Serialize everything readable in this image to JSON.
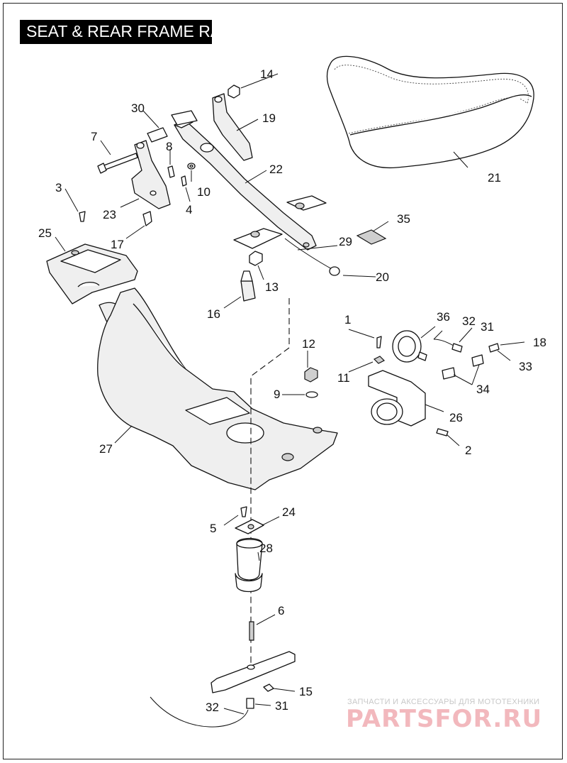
{
  "title": "SEAT & REAR FRAME RA",
  "watermark": {
    "line1": "ЗАПЧАСТИ И АКСЕССУАРЫ ДЛЯ МОТОТЕХНИКИ",
    "line2": "PARTSFOR.RU"
  },
  "callouts": {
    "p1": "1",
    "p2": "2",
    "p3": "3",
    "p4": "4",
    "p5": "5",
    "p6": "6",
    "p7": "7",
    "p8": "8",
    "p9": "9",
    "p10": "10",
    "p11": "11",
    "p12": "12",
    "p13": "13",
    "p14": "14",
    "p15": "15",
    "p16": "16",
    "p17": "17",
    "p18": "18",
    "p19": "19",
    "p20": "20",
    "p21": "21",
    "p22": "22",
    "p23": "23",
    "p24": "24",
    "p25": "25",
    "p26": "26",
    "p27": "27",
    "p28": "28",
    "p29": "29",
    "p30": "30",
    "p31a": "31",
    "p31b": "31",
    "p32a": "32",
    "p32b": "32",
    "p33": "33",
    "p34": "34",
    "p35": "35",
    "p36": "36"
  }
}
